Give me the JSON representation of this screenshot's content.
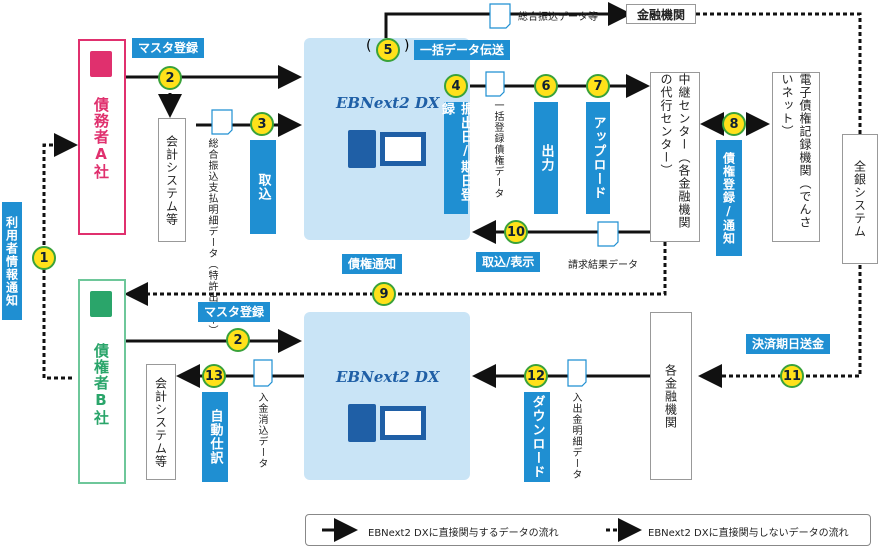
{
  "actors": {
    "debtor": "債務者A社",
    "creditor": "債権者B社",
    "user_info_notice": "利用者情報通知"
  },
  "boxes": {
    "accounting_top": "会計システム等",
    "accounting_bottom": "会計システム等",
    "bank_top": "金融機関",
    "relay_center": "中継センター（各金融機関の代行センター）",
    "electronic_registry": "電子債権記録機関（でんさいネット）",
    "zengin": "全銀システム",
    "banks_bottom": "各金融機関"
  },
  "product": {
    "name_top": "EBNext2 DX",
    "name_bottom": "EBNext2 DX"
  },
  "labels": {
    "master_reg_top": "マスタ登録",
    "master_reg_bottom": "マスタ登録",
    "bulk_transfer": "一括データ伝送",
    "step3": "取込",
    "step4": "振出日/期日登録",
    "step6": "出力",
    "step7": "アップロード",
    "step8": "債権登録/通知",
    "step10": "取込/表示",
    "credit_notice": "債権通知",
    "settlement": "決済期日送金",
    "step12": "ダウンロード",
    "step13": "自動仕訳"
  },
  "data_labels": {
    "combined_transfer": "総合振込データ等",
    "payment_data": "総合振込支払明細データ（特許出願中）",
    "bulk_reg_data": "一括登録債権データ",
    "result_data": "請求結果データ",
    "deposit_data": "入金消込データ",
    "io_detail_data": "入出金明細データ"
  },
  "numbers": [
    "1",
    "2",
    "3",
    "4",
    "5",
    "6",
    "7",
    "8",
    "9",
    "10",
    "11",
    "12",
    "13",
    "2"
  ],
  "legend": {
    "solid": "EBNext2 DXに直接関与するデータの流れ",
    "dotted": "EBNext2 DXに直接関与しないデータの流れ"
  },
  "colors": {
    "accent_blue": "#1f8fd2",
    "debtor_pink": "#e0306e",
    "creditor_green": "#2aa56a",
    "badge_yellow": "#ffe11a"
  }
}
